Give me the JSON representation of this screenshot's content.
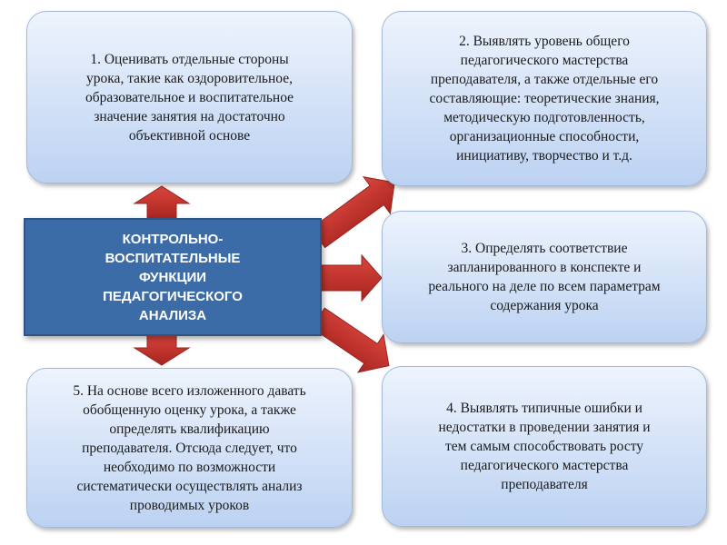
{
  "center": {
    "title": "КОНТРОЛЬНО-\nВОСПИТАТЕЛЬНЫЕ\nФУНКЦИИ\nПЕДАГОГИЧЕСКОГО\nАНАЛИЗА"
  },
  "boxes": {
    "b1": "1. Оценивать отдельные стороны\nурока, такие как оздоровительное,\nобразовательное и воспитательное\nзначение занятия на достаточно\nобъективной основе",
    "b2": "2. Выявлять уровень общего\nпедагогического мастерства\nпреподавателя, а также отдельные его\nсоставляющие: теоретические знания,\nметодическую подготовленность,\nорганизационные способности,\nинициативу, творчество и т.д.",
    "b3": "3. Определять соответствие\nзапланированного в конспекте и\nреального на деле по всем параметрам\nсодержания урока",
    "b4": "4. Выявлять типичные ошибки и\nнедостатки в проведении  занятия и\nтем самым способствовать росту\nпедагогического  мастерства\nпреподавателя",
    "b5": "5. На основе всего изложенного давать\nобобщенную оценку урока, а также\nопределять квалификацию\nпреподавателя. Отсюда следует, что\nнеобходимо по возможности\nсистематически осуществлять анализ\nпроводимых уроков"
  },
  "colors": {
    "arrow": "#c0302a",
    "center_fill": "#3c6ca8",
    "box_fill_top": "#eef4fd",
    "box_fill_bottom": "#bcd2f2"
  }
}
